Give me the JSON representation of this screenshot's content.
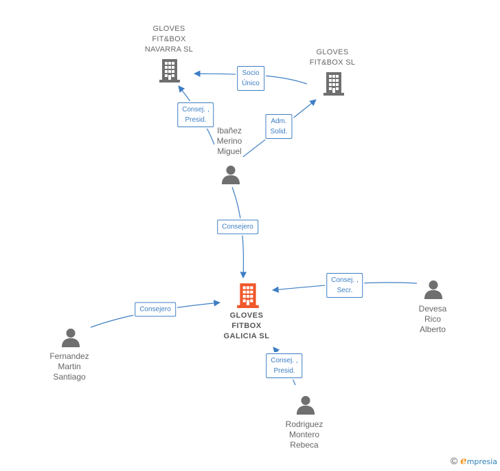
{
  "colors": {
    "edge": "#3d7ec4",
    "node_gray": "#6f6f6f",
    "node_main": "#f0582a",
    "label_text": "#666666"
  },
  "nodes": {
    "gloves_navarra": {
      "lines": [
        "GLOVES",
        "FIT&BOX",
        "NAVARRA  SL"
      ],
      "icon": "building-icon"
    },
    "gloves_fitbox": {
      "lines": [
        "GLOVES",
        "FIT&BOX  SL"
      ],
      "icon": "building-icon"
    },
    "gloves_galicia": {
      "lines": [
        "GLOVES",
        "FITBOX",
        "GALICIA  SL"
      ],
      "icon": "building-icon"
    },
    "ibanez": {
      "lines": [
        "Ibañez",
        "Merino",
        "Miguel"
      ],
      "icon": "person-icon"
    },
    "devesa": {
      "lines": [
        "Devesa",
        "Rico",
        "Alberto"
      ],
      "icon": "person-icon"
    },
    "fernandez": {
      "lines": [
        "Fernandez",
        "Martin",
        "Santiago"
      ],
      "icon": "person-icon"
    },
    "rodriguez": {
      "lines": [
        "Rodriguez",
        "Montero",
        "Rebeca"
      ],
      "icon": "person-icon"
    }
  },
  "relations": {
    "socio_unico": [
      "Socio",
      "Único"
    ],
    "consej_presid_top": [
      "Consej. ,",
      "Presid."
    ],
    "adm_solid": [
      "Adm.",
      "Solid."
    ],
    "consejero_mid": [
      "Consejero"
    ],
    "consej_secr": [
      "Consej. ,",
      "Secr."
    ],
    "consejero_left": [
      "Consejero"
    ],
    "consej_presid_bottom": [
      "Consej. ,",
      "Presid."
    ]
  },
  "footer": {
    "copyright": "©",
    "brand_e": "e",
    "brand_rest": "mpresia"
  }
}
